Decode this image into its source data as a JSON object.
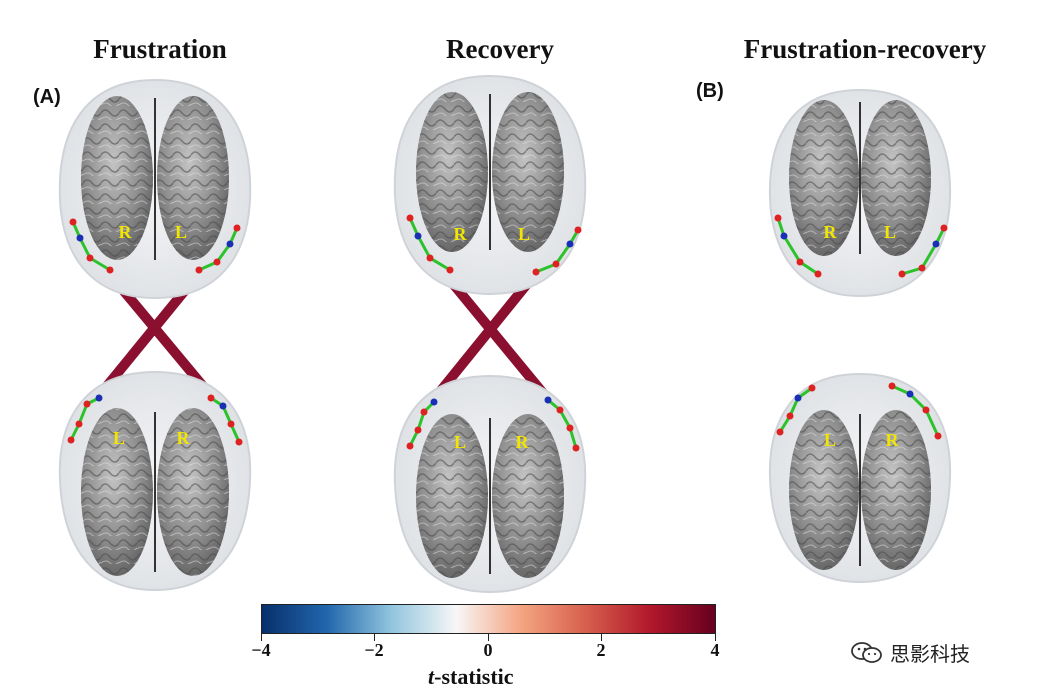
{
  "titles": {
    "frustration": "Frustration",
    "recovery": "Recovery",
    "difference": "Frustration-recovery"
  },
  "panels": {
    "a": "(A)",
    "b": "(B)"
  },
  "hemispheres": {
    "left": "L",
    "right": "R"
  },
  "colorbar": {
    "title": "t-statistic",
    "title_italic_part": "t",
    "title_rest": "-statistic",
    "ticks": [
      "−4",
      "−2",
      "0",
      "2",
      "4"
    ],
    "range": [
      -4,
      4
    ],
    "colors": [
      "#08306b",
      "#2166ac",
      "#92c5de",
      "#f7f7f7",
      "#f4a582",
      "#d6604d",
      "#b2182b",
      "#67001f"
    ]
  },
  "connection_color": "#8b1030",
  "watermark": "思影科技"
}
